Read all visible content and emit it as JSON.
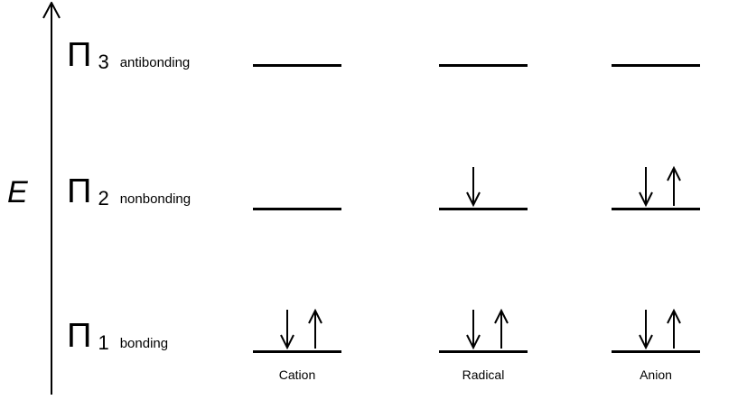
{
  "page": {
    "background": "#ffffff",
    "foreground": "#000000"
  },
  "diagram": {
    "type": "molecular-orbital-energy-diagram",
    "energy_axis": {
      "label": "E"
    },
    "levels": [
      {
        "id": "pi3",
        "symbol": "Π",
        "subscript": "3",
        "descriptor": "antibonding"
      },
      {
        "id": "pi2",
        "symbol": "Π",
        "subscript": "2",
        "descriptor": "nonbonding"
      },
      {
        "id": "pi1",
        "symbol": "Π",
        "subscript": "1",
        "descriptor": "bonding"
      }
    ],
    "species": [
      {
        "name": "Cation",
        "occupancy": {
          "pi3": [],
          "pi2": [],
          "pi1": [
            "down",
            "up"
          ]
        }
      },
      {
        "name": "Radical",
        "occupancy": {
          "pi3": [],
          "pi2": [
            "down"
          ],
          "pi1": [
            "down",
            "up"
          ]
        }
      },
      {
        "name": "Anion",
        "occupancy": {
          "pi3": [],
          "pi2": [
            "down",
            "up"
          ],
          "pi1": [
            "down",
            "up"
          ]
        }
      }
    ]
  }
}
